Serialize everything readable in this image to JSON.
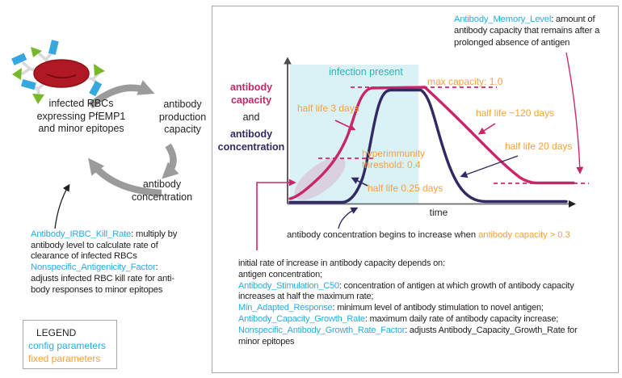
{
  "colors": {
    "capacity_magenta": "#cb2569",
    "concentration_navy": "#312a62",
    "config_param_blue": "#29abe2",
    "fixed_param_orange": "#f5a03c",
    "infection_teal_text": "#29b5ba",
    "infection_region_fill": "#daf1f6",
    "cycle_arrow_gray": "#9b9b9b",
    "text_black": "#231f20",
    "rbc_red": "#b01823",
    "epitope_green": "#76b82a",
    "epitope_blue": "#35a8e0"
  },
  "left_diagram": {
    "rbc_node": [
      "infected RBCs",
      "expressing PfEMP1",
      "and minor epitopes"
    ],
    "production_node": [
      "antibody",
      "production",
      "capacity"
    ],
    "concentration_node": [
      "antibody",
      "concentration"
    ],
    "kill_note": [
      [
        {
          "t": "Antibody_IRBC_Kill_Rate",
          "c": "blue"
        },
        {
          "t": ": multiply by",
          "c": "k"
        }
      ],
      [
        {
          "t": "antibody level to calculate rate of",
          "c": "k"
        }
      ],
      [
        {
          "t": "clearance of infected RBCs",
          "c": "k"
        }
      ],
      [
        {
          "t": "Nonspecific_Antigenicity_Factor",
          "c": "blue"
        },
        {
          "t": ":",
          "c": "k"
        }
      ],
      [
        {
          "t": "adjusts infected RBC kill rate for anti-",
          "c": "k"
        }
      ],
      [
        {
          "t": "body responses to minor epitopes",
          "c": "k"
        }
      ]
    ]
  },
  "legend": {
    "title": "LEGEND",
    "items": [
      {
        "label": "config parameters",
        "color": "#29abe2"
      },
      {
        "label": "fixed parameters",
        "color": "#f5a03c"
      }
    ]
  },
  "chart": {
    "memory_note": [
      [
        {
          "t": "Antibody_Memory_Level",
          "c": "blue"
        },
        {
          "t": ": amount of",
          "c": "k"
        }
      ],
      [
        {
          "t": "antibody capacity that remains after a",
          "c": "k"
        }
      ],
      [
        {
          "t": "prolonged absence of antigen",
          "c": "k"
        }
      ]
    ],
    "y_axis_labels": {
      "capacity": [
        "antibody",
        "capacity"
      ],
      "conjunction": "and",
      "concentration": [
        "antibody",
        "concentration"
      ]
    },
    "x_axis_label": "time",
    "infection_region_label": "infection present",
    "annotations": {
      "max_capacity": "max capacity: 1.0",
      "capacity_rise_half_life": "half life 3 days",
      "hyperimmunity": [
        "hyperimmunity",
        "threshold: 0.4"
      ],
      "concentration_rise_half_life": "half life 0.25 days",
      "capacity_decay_half_life": "half life ~120 days",
      "concentration_decay_half_life": "half life 20 days"
    },
    "concentration_note": [
      [
        {
          "t": "antibody concentration begins to increase when ",
          "c": "k"
        },
        {
          "t": "antibody capacity > 0.3",
          "c": "orange"
        }
      ]
    ],
    "growth_note": [
      [
        {
          "t": "initial rate of increase in antibody capacity depends on:",
          "c": "k"
        }
      ],
      [
        {
          "t": "antigen concentration;",
          "c": "k"
        }
      ],
      [
        {
          "t": "Antibody_Stimulation_C50",
          "c": "blue"
        },
        {
          "t": ": concentration of antigen at which growth of antibody capacity",
          "c": "k"
        }
      ],
      [
        {
          "t": "increases at half the maximum rate;",
          "c": "k"
        }
      ],
      [
        {
          "t": "Min_Adapted_Response",
          "c": "blue"
        },
        {
          "t": ": minimum level of antibody stimulation to novel antigen;",
          "c": "k"
        }
      ],
      [
        {
          "t": "Antibody_Capacity_Growth_Rate",
          "c": "blue"
        },
        {
          "t": ": maximum daily rate of antibody capacity increase;",
          "c": "k"
        }
      ],
      [
        {
          "t": "Nonspecific_Antibody_Growth_Rate_Factor",
          "c": "blue"
        },
        {
          "t": ": adjusts Antibody_Capacity_Growth_Rate for",
          "c": "k"
        }
      ],
      [
        {
          "t": "minor epitopes",
          "c": "k"
        }
      ]
    ]
  },
  "chart_data": {
    "type": "line",
    "schematic": true,
    "xlabel": "time",
    "ylabel": "antibody capacity and antibody concentration",
    "ylim": [
      0,
      1.0
    ],
    "region": {
      "label": "infection present"
    },
    "series": [
      {
        "name": "antibody capacity",
        "color": "#cb2569",
        "rise_half_life_days": 3,
        "decay_half_life_days": 120,
        "max": 1.0,
        "resting_level": "Antibody_Memory_Level"
      },
      {
        "name": "antibody concentration",
        "color": "#312a62",
        "rise_half_life_days": 0.25,
        "decay_half_life_days": 20,
        "max": 1.0,
        "resting_level": 0,
        "rise_condition": "antibody capacity > 0.3"
      }
    ],
    "reference_lines": [
      {
        "label": "max capacity: 1.0",
        "value": 1.0
      },
      {
        "label": "hyperimmunity threshold: 0.4",
        "value": 0.4
      },
      {
        "label": "Antibody_Memory_Level",
        "value": "memory level"
      }
    ],
    "key_values": {
      "max_capacity": 1.0,
      "hyperimmunity_threshold": 0.4,
      "concentration_increase_threshold": 0.3
    }
  }
}
